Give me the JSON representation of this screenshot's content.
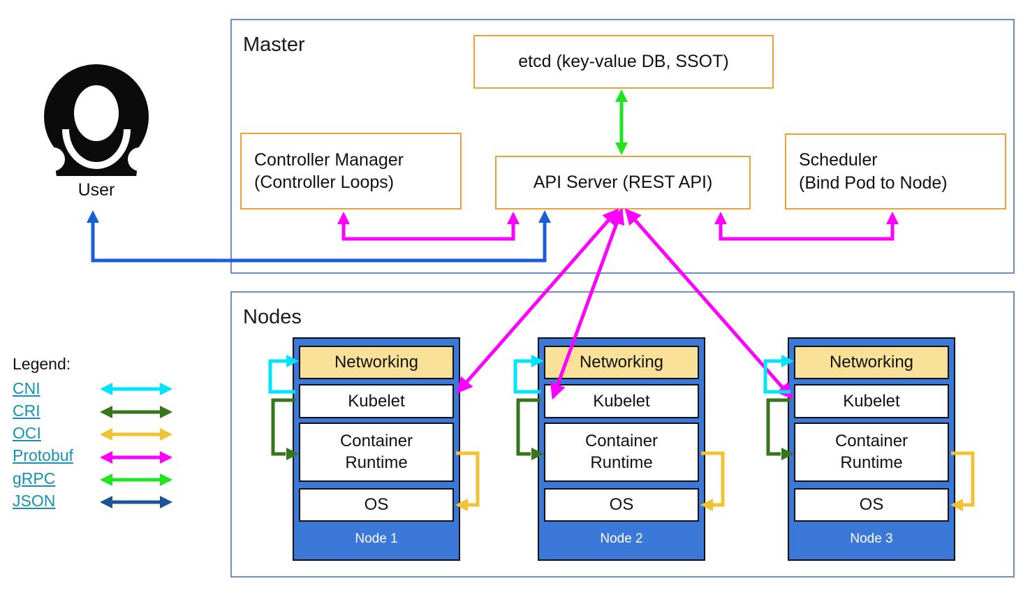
{
  "user": {
    "label": "User"
  },
  "master": {
    "title": "Master",
    "etcd": "etcd (key-value DB, SSOT)",
    "controller_manager": {
      "line1": "Controller Manager",
      "line2": "(Controller Loops)"
    },
    "api_server": "API Server (REST API)",
    "scheduler": {
      "line1": "Scheduler",
      "line2": "(Bind Pod to Node)"
    }
  },
  "nodes": {
    "title": "Nodes",
    "items": [
      {
        "label": "Node 1",
        "layers": {
          "networking": "Networking",
          "kubelet": "Kubelet",
          "runtime": "Container Runtime",
          "os": "OS"
        }
      },
      {
        "label": "Node 2",
        "layers": {
          "networking": "Networking",
          "kubelet": "Kubelet",
          "runtime": "Container Runtime",
          "os": "OS"
        }
      },
      {
        "label": "Node 3",
        "layers": {
          "networking": "Networking",
          "kubelet": "Kubelet",
          "runtime": "Container Runtime",
          "os": "OS"
        }
      }
    ]
  },
  "legend": {
    "title": "Legend:",
    "link_color": "#1591B2",
    "items": [
      {
        "label": "CNI"
      },
      {
        "label": "CRI"
      },
      {
        "label": "OCI"
      },
      {
        "label": "Protobuf"
      },
      {
        "label": "gRPC"
      },
      {
        "label": "JSON"
      }
    ]
  },
  "colors": {
    "frame_border": "#6D8EC5",
    "box_border": "#F0A135",
    "node_fill": "#3C78D8",
    "networking_fill": "#FAE198",
    "cni": "#00E5FF",
    "cri": "#38761D",
    "oci": "#F1C232",
    "protobuf": "#FF00FF",
    "grpc": "#1FE41F",
    "json": "#1D5492",
    "user_json_arrow": "#1B5EDC"
  }
}
